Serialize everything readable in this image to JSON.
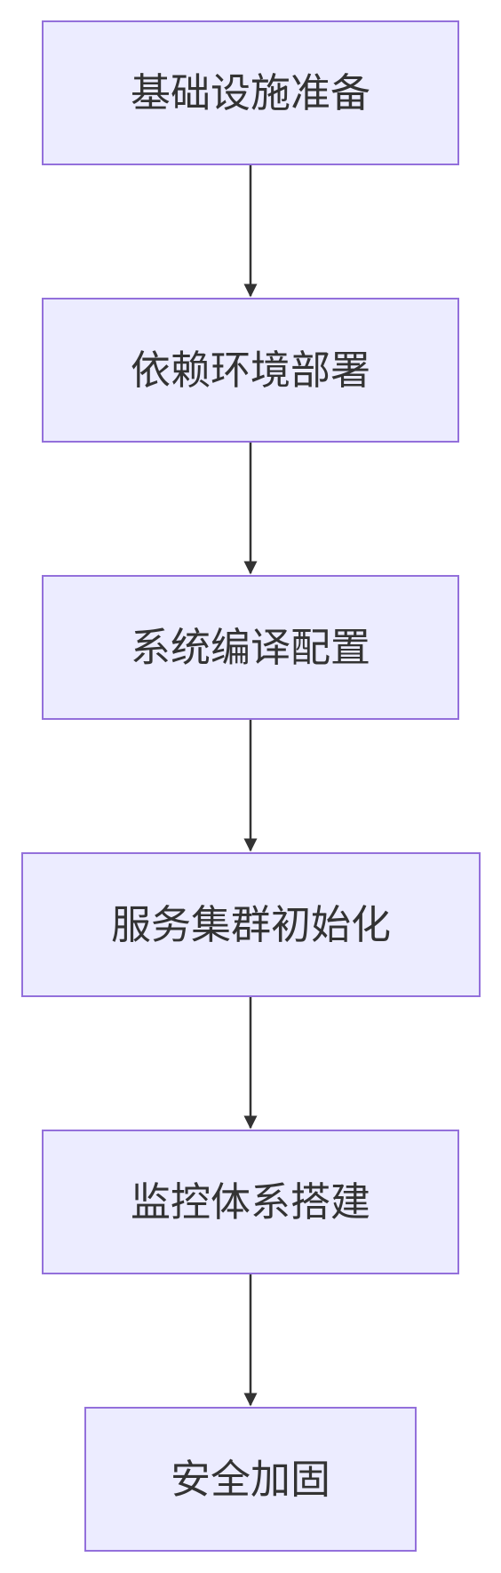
{
  "diagram": {
    "type": "flowchart",
    "direction": "top-to-bottom",
    "colors": {
      "node_fill": "#ececff",
      "node_border": "#9370db",
      "text": "#333333",
      "edge": "#333333"
    },
    "nodes": [
      {
        "id": "n1",
        "label": "基础设施准备"
      },
      {
        "id": "n2",
        "label": "依赖环境部署"
      },
      {
        "id": "n3",
        "label": "系统编译配置"
      },
      {
        "id": "n4",
        "label": "服务集群初始化"
      },
      {
        "id": "n5",
        "label": "监控体系搭建"
      },
      {
        "id": "n6",
        "label": "安全加固"
      }
    ],
    "edges": [
      {
        "from": "n1",
        "to": "n2"
      },
      {
        "from": "n2",
        "to": "n3"
      },
      {
        "from": "n3",
        "to": "n4"
      },
      {
        "from": "n4",
        "to": "n5"
      },
      {
        "from": "n5",
        "to": "n6"
      }
    ]
  }
}
